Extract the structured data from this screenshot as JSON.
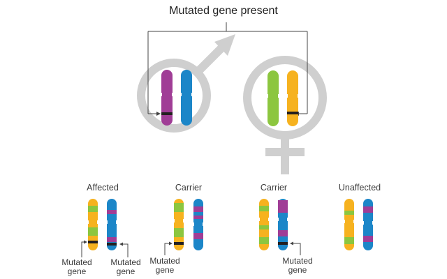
{
  "title": "Mutated gene present",
  "offspring": [
    {
      "label": "Affected"
    },
    {
      "label": "Carrier"
    },
    {
      "label": "Carrier"
    },
    {
      "label": "Unaffected"
    }
  ],
  "annotations": {
    "mutated_gene": "Mutated\ngene"
  },
  "colors": {
    "purple": "#a03d96",
    "blue": "#1c86c8",
    "green": "#8cc63f",
    "yellow": "#f6b21f",
    "band_dark": "#231f20",
    "symbol_gray": "#cfcfcf",
    "line": "#444444"
  },
  "icons": {
    "male": "male-symbol-icon",
    "female": "female-symbol-icon"
  }
}
